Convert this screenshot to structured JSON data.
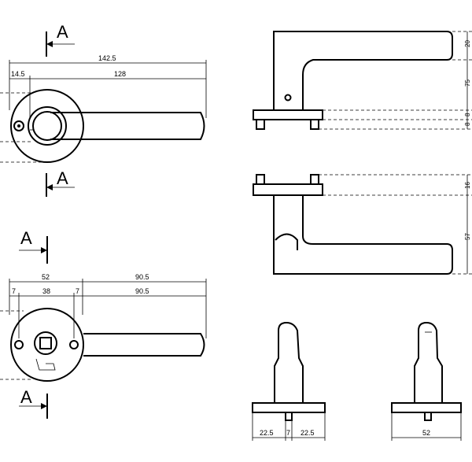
{
  "section_label": "A",
  "top_left_view": {
    "dim_overall": "142.5",
    "dim_offset": "14.5",
    "dim_lever": "128"
  },
  "bottom_left_view": {
    "dim_rose": "52",
    "dim_lever_top": "90.5",
    "dim_left_gap": "7",
    "dim_center": "38",
    "dim_right_gap": "7",
    "dim_lever_bottom": "90.5"
  },
  "side_views": {
    "dim_upper_1": "20",
    "dim_upper_2": "75",
    "dim_upper_3": "8",
    "dim_upper_4": "8",
    "dim_lower_1": "16",
    "dim_lower_2": "57"
  },
  "end_views": {
    "dim_a": "22.5",
    "dim_b": "7",
    "dim_c": "22.5",
    "dim_width": "52"
  }
}
